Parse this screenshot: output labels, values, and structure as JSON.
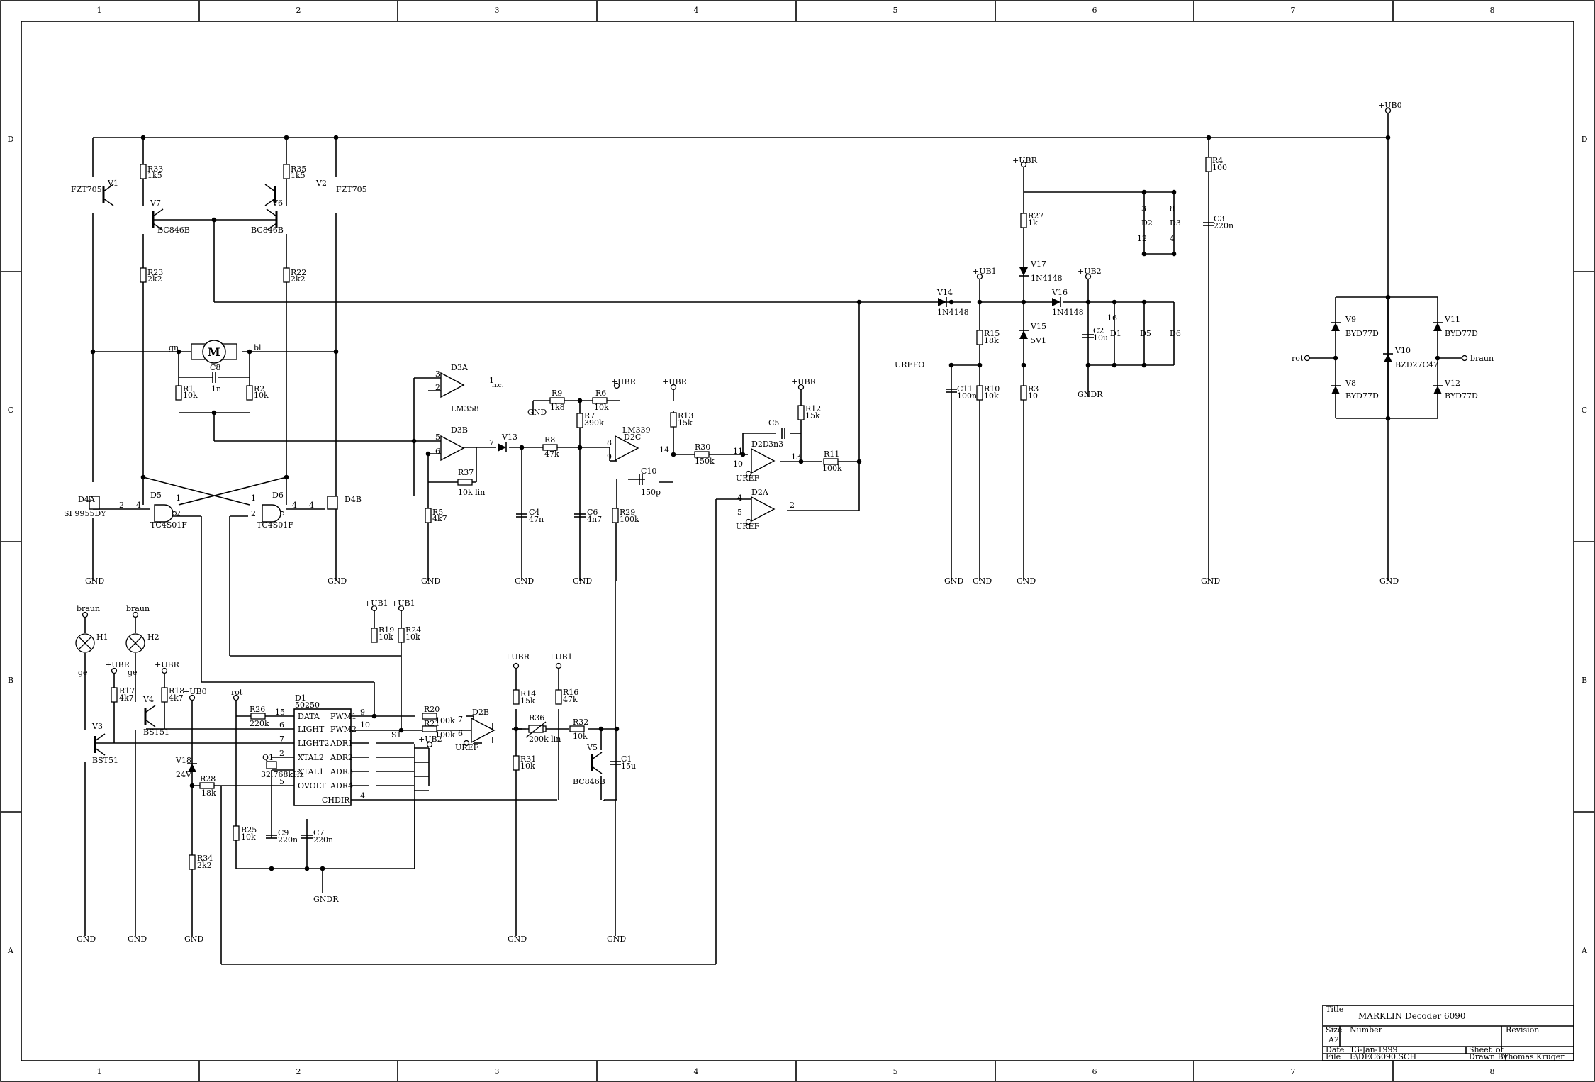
{
  "frame": {
    "columns": [
      "1",
      "2",
      "3",
      "4",
      "5",
      "6",
      "7",
      "8"
    ],
    "rows": [
      "D",
      "C",
      "B",
      "A"
    ]
  },
  "title_block": {
    "title_label": "Title",
    "title": "MARKLIN Decoder 6090",
    "size_label": "Size",
    "size": "A2",
    "number_label": "Number",
    "revision_label": "Revision",
    "date_label": "Date",
    "date": "13-Jan-1999",
    "sheet_label": "Sheet",
    "of_label": "of",
    "file_label": "File",
    "file": "I:\\DEC6090.SCH",
    "drawn_label": "Drawn By:",
    "drawn_by": "Thomas Kruger"
  },
  "labels": {
    "v1": "V1",
    "v1t": "FZT705",
    "v2": "V2",
    "v2t": "FZT705",
    "r33": "R33",
    "r33v": "1k5",
    "r35": "R35",
    "r35v": "1k5",
    "v7": "V7",
    "v7t": "BC846B",
    "v6": "V6",
    "v6t": "BC846B",
    "r23": "R23",
    "r23v": "2k2",
    "r22": "R22",
    "r22v": "2k2",
    "gn": "gn",
    "bl": "bl",
    "motor": "M",
    "c8": "C8",
    "c8v": "1n",
    "r1": "R1",
    "r1v": "10k",
    "r2": "R2",
    "r2v": "10k",
    "d4a": "D4A",
    "d4at": "SI 9955DY",
    "d4b": "D4B",
    "d5": "D5",
    "d5t": "TC4S01F",
    "d6": "D6",
    "d6t": "TC4S01F",
    "gnd": "GND",
    "gndr": "GNDR",
    "d3a": "D3A",
    "lm358": "LM358",
    "nc": "n.c.",
    "d3b": "D3B",
    "v13": "V13",
    "r37": "R37",
    "r37v": "10k lin",
    "r5": "R5",
    "r5v": "4k7",
    "c4": "C4",
    "c4v": "47n",
    "r8": "R8",
    "r8v": "47k",
    "r9": "R9",
    "r9v": "1k8",
    "r6": "R6",
    "r6v": "10k",
    "r7": "R7",
    "r7v": "390k",
    "c6": "C6",
    "c6v": "4n7",
    "ubr": "+UBR",
    "ub0": "+UB0",
    "ub1": "+UB1",
    "ub2": "+UB2",
    "lm339": "LM339",
    "d2c": "D2C",
    "c10": "C10",
    "c10v": "150p",
    "r13": "R13",
    "r13v": "15k",
    "r29": "R29",
    "r29v": "100k",
    "r30": "R30",
    "r30v": "150k",
    "c5": "C5",
    "c5v": "3n3",
    "d2d": "D2D",
    "r12": "R12",
    "r12v": "15k",
    "r11": "R11",
    "r11v": "100k",
    "uref": "UREF",
    "urefo": "UREFO",
    "d2a": "D2A",
    "v14": "V14",
    "v14t": "1N4148",
    "v17": "V17",
    "v17t": "1N4148",
    "v16": "V16",
    "v16t": "1N4148",
    "v15": "V15",
    "v15t": "5V1",
    "r27": "R27",
    "r27v": "1k",
    "r15": "R15",
    "r15v": "18k",
    "r10": "R10",
    "r10v": "10k",
    "r3": "R3",
    "r3v": "10",
    "c11": "C11",
    "c11v": "100n",
    "c2": "C2",
    "c2v": "10u",
    "d1g": "D1",
    "d2g": "D2",
    "d3g": "D3",
    "d5g": "D5",
    "d6g": "D6",
    "r4": "R4",
    "r4v": "100",
    "c3": "C3",
    "c3v": "220n",
    "v9": "V9",
    "v8": "V8",
    "v11": "V11",
    "v12": "V12",
    "byd": "BYD77D",
    "v10": "V10",
    "v10t": "BZD27C47",
    "rot": "rot",
    "braun": "braun",
    "h1": "H1",
    "h2": "H2",
    "ge": "ge",
    "v3": "V3",
    "v4": "V4",
    "bst": "BST51",
    "r17": "R17",
    "r17v": "4k7",
    "r18": "R18",
    "r18v": "4k7",
    "v18": "V18",
    "v18t": "24V",
    "r28": "R28",
    "r28v": "18k",
    "r34": "R34",
    "r34v": "2k2",
    "r25": "R25",
    "r25v": "10k",
    "r26": "R26",
    "r26v": "220k",
    "d1": "D1",
    "d1t": "50250",
    "p_data": "DATA",
    "p_light": "LIGHT",
    "p_light2": "LIGHT2",
    "p_xtal2": "XTAL2",
    "p_xtal1": "XTAL1",
    "p_ovolt": "OVOLT",
    "p_pwm1": "PWM1",
    "p_pwm2": "PWM2",
    "p_adr1": "ADR1",
    "p_adr2": "ADR2",
    "p_adr3": "ADR3",
    "p_adr4": "ADR4",
    "p_chdir": "CHDIR",
    "q1": "Q1",
    "q1v": "32.768kHz",
    "c9": "C9",
    "c9v": "220n",
    "c7": "C7",
    "c7v": "220n",
    "r19": "R19",
    "r19v": "10k",
    "r24": "R24",
    "r24v": "10k",
    "r20": "R20",
    "r20v": "100k",
    "r21": "R21",
    "r21v": "100k",
    "s1": "S1",
    "d2b": "D2B",
    "r36": "R36",
    "r36v": "200k lin",
    "r14": "R14",
    "r14v": "15k",
    "r31": "R31",
    "r31v": "10k",
    "r16": "R16",
    "r16v": "47k",
    "r32": "R32",
    "r32v": "10k",
    "v5": "V5",
    "v5t": "BC846B",
    "c1": "C1",
    "c1v": "15u",
    "n1": "1",
    "n2": "2",
    "n3": "3",
    "n4": "4",
    "n5": "5",
    "n6": "6",
    "n7": "7",
    "n8": "8",
    "n9": "9",
    "n10": "10",
    "n11": "11",
    "n12": "12",
    "n13": "13",
    "n14": "14",
    "n15": "15",
    "n16": "16"
  }
}
